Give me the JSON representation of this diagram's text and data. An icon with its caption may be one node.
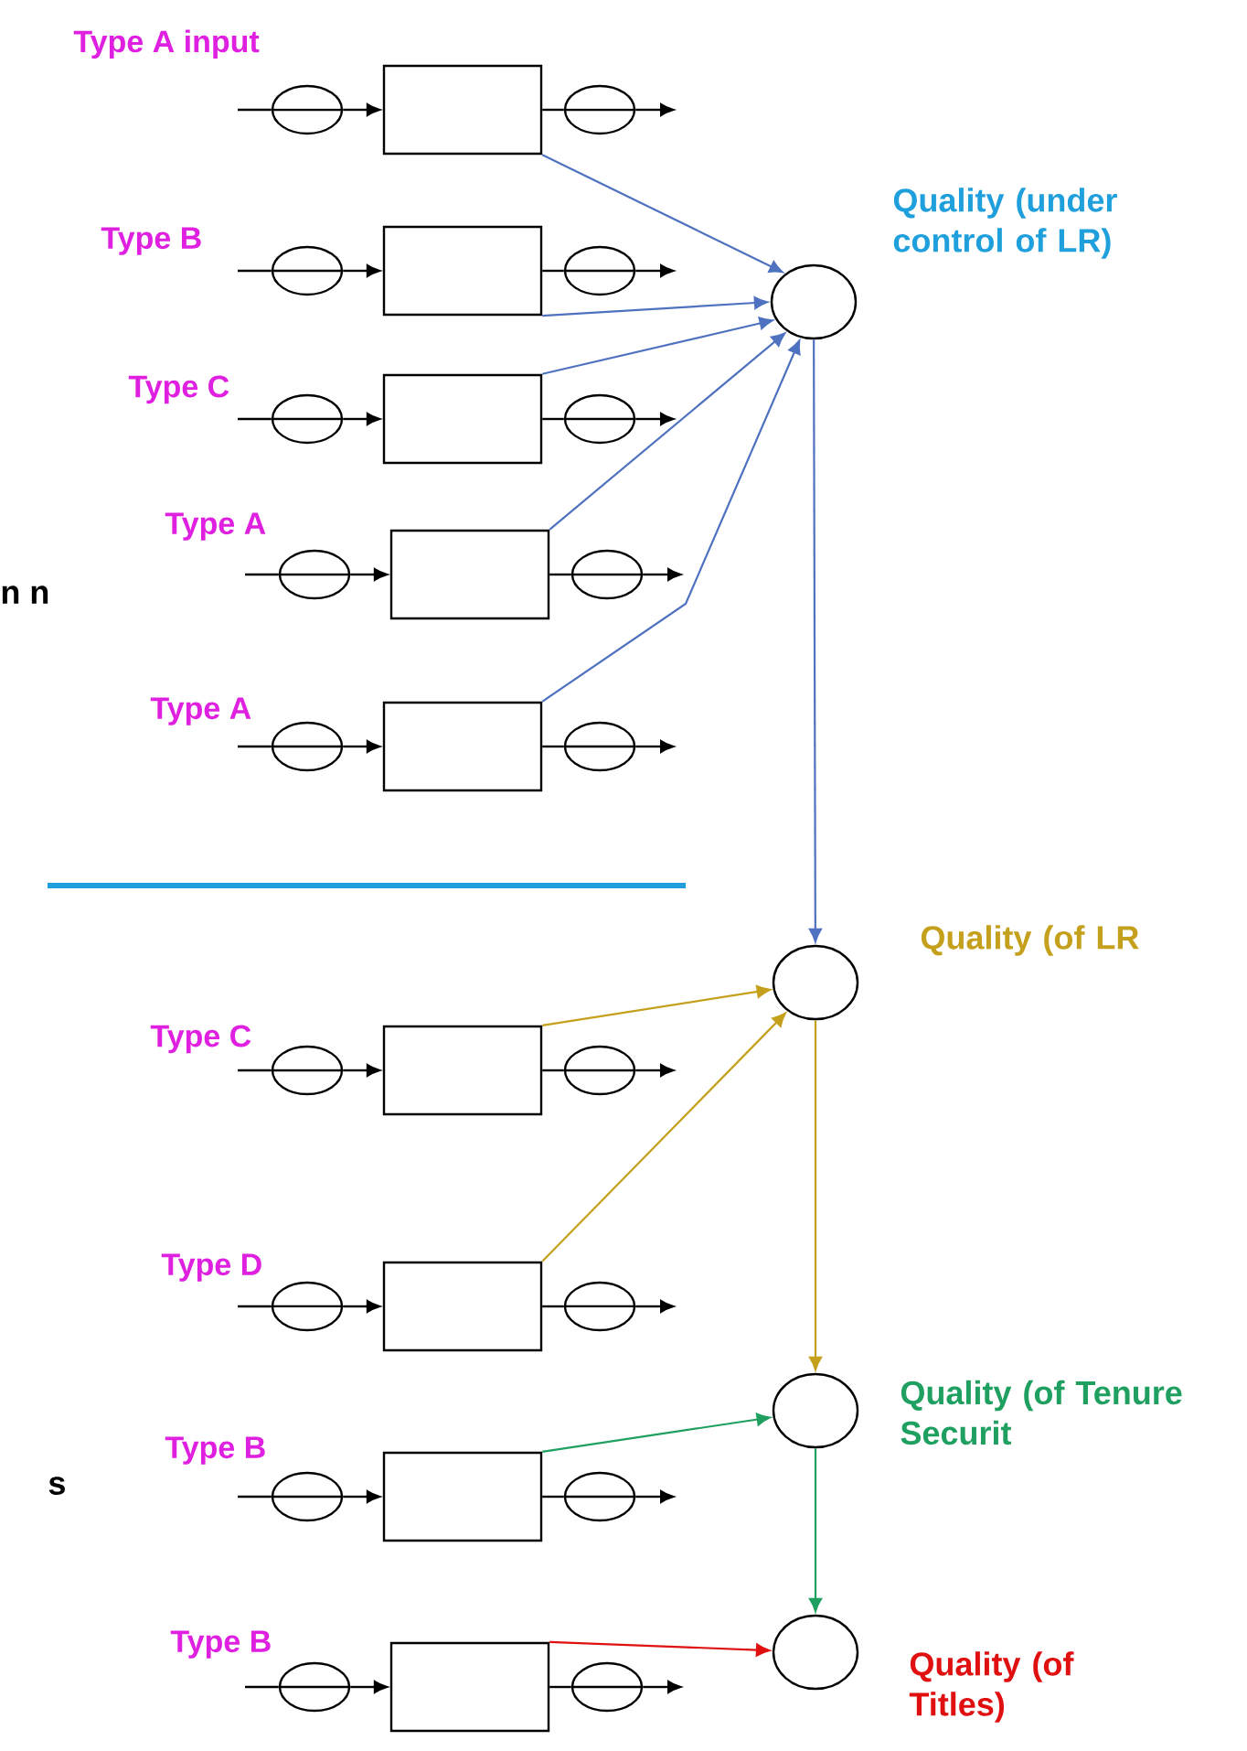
{
  "diagram": {
    "nodes": [
      {
        "text": [],
        "shape": "ellipse",
        "beside": [
          "Type A input"
        ]
      },
      {
        "text": [],
        "shape": "box"
      },
      {
        "text": [],
        "shape": "ellipse"
      },
      {
        "text": [],
        "shape": "ellipse",
        "beside": [
          "Type B"
        ]
      },
      {
        "text": [],
        "shape": "box"
      },
      {
        "text": [],
        "shape": "ellipse"
      },
      {
        "text": [],
        "shape": "ellipse",
        "beside": [
          "Type C"
        ]
      },
      {
        "text": [],
        "shape": "box"
      },
      {
        "text": [],
        "shape": "ellipse"
      },
      {
        "text": [],
        "shape": "ellipse",
        "beside": [
          "Type A"
        ]
      },
      {
        "text": [],
        "shape": "box"
      },
      {
        "text": [],
        "shape": "ellipse"
      },
      {
        "text": [],
        "shape": "ellipse",
        "beside": [
          "Type A"
        ]
      },
      {
        "text": [],
        "shape": "box"
      },
      {
        "text": [],
        "shape": "ellipse"
      },
      {
        "text": [],
        "shape": "ellipse",
        "beside": [
          "Type C"
        ]
      },
      {
        "text": [],
        "shape": "box"
      },
      {
        "text": [],
        "shape": "ellipse"
      },
      {
        "text": [],
        "shape": "ellipse",
        "beside": [
          "Type D"
        ]
      },
      {
        "text": [],
        "shape": "box"
      },
      {
        "text": [],
        "shape": "ellipse"
      },
      {
        "text": [],
        "shape": "ellipse",
        "beside": [
          "Type B"
        ]
      },
      {
        "text": [],
        "shape": "box"
      },
      {
        "text": [],
        "shape": "ellipse"
      },
      {
        "text": [],
        "shape": "ellipse",
        "beside": [
          "Type B"
        ]
      },
      {
        "text": [],
        "shape": "box"
      },
      {
        "text": [],
        "shape": "ellipse"
      },
      {
        "text": [],
        "shape": "circle",
        "beside": [
          "Quality (under control of LR)"
        ]
      },
      {
        "text": [],
        "shape": "circle",
        "beside": [
          "Quality (of LR"
        ]
      },
      {
        "text": [],
        "shape": "circle",
        "beside": [
          "Quality (of Tenure Securit"
        ]
      },
      {
        "text": [],
        "shape": "circle",
        "beside": [
          "Quality (of Titles)"
        ]
      }
    ],
    "edges": [
      {
        "from": null,
        "to": 0,
        "arrow": "none"
      },
      {
        "from": 0,
        "to": 1,
        "arrow": "to"
      },
      {
        "from": 1,
        "to": 2,
        "arrow": "none"
      },
      {
        "from": 2,
        "to": null,
        "arrow": "to"
      },
      {
        "from": null,
        "to": 3,
        "arrow": "none"
      },
      {
        "from": 3,
        "to": 4,
        "arrow": "to"
      },
      {
        "from": 4,
        "to": 5,
        "arrow": "none"
      },
      {
        "from": 5,
        "to": null,
        "arrow": "to"
      },
      {
        "from": null,
        "to": 6,
        "arrow": "none"
      },
      {
        "from": 6,
        "to": 7,
        "arrow": "to"
      },
      {
        "from": 7,
        "to": 8,
        "arrow": "none"
      },
      {
        "from": 8,
        "to": null,
        "arrow": "to"
      },
      {
        "from": null,
        "to": 9,
        "arrow": "none"
      },
      {
        "from": 9,
        "to": 10,
        "arrow": "to"
      },
      {
        "from": 10,
        "to": 11,
        "arrow": "none"
      },
      {
        "from": 11,
        "to": null,
        "arrow": "to"
      },
      {
        "from": null,
        "to": 12,
        "arrow": "none"
      },
      {
        "from": 12,
        "to": 13,
        "arrow": "to"
      },
      {
        "from": 13,
        "to": 14,
        "arrow": "none"
      },
      {
        "from": 14,
        "to": null,
        "arrow": "to"
      },
      {
        "from": null,
        "to": 15,
        "arrow": "none"
      },
      {
        "from": 15,
        "to": 16,
        "arrow": "to"
      },
      {
        "from": 16,
        "to": 17,
        "arrow": "none"
      },
      {
        "from": 17,
        "to": null,
        "arrow": "to"
      },
      {
        "from": null,
        "to": 18,
        "arrow": "none"
      },
      {
        "from": 18,
        "to": 19,
        "arrow": "to"
      },
      {
        "from": 19,
        "to": 20,
        "arrow": "none"
      },
      {
        "from": 20,
        "to": null,
        "arrow": "to"
      },
      {
        "from": null,
        "to": 21,
        "arrow": "none"
      },
      {
        "from": 21,
        "to": 22,
        "arrow": "to"
      },
      {
        "from": 22,
        "to": 23,
        "arrow": "none"
      },
      {
        "from": 23,
        "to": null,
        "arrow": "to"
      },
      {
        "from": null,
        "to": 24,
        "arrow": "none"
      },
      {
        "from": 24,
        "to": 25,
        "arrow": "to"
      },
      {
        "from": 25,
        "to": 26,
        "arrow": "none"
      },
      {
        "from": 26,
        "to": null,
        "arrow": "to"
      },
      {
        "from": 1,
        "to": 27,
        "arrow": "to",
        "color": "#4f72c0"
      },
      {
        "from": 4,
        "to": 27,
        "arrow": "to",
        "color": "#4f72c0"
      },
      {
        "from": 7,
        "to": 27,
        "arrow": "to",
        "color": "#4f72c0"
      },
      {
        "from": 10,
        "to": 27,
        "arrow": "to",
        "color": "#4f72c0"
      },
      {
        "from": 13,
        "to": 27,
        "arrow": "to",
        "color": "#4f72c0"
      },
      {
        "from": 27,
        "to": 28,
        "arrow": "to",
        "color": "#4f72c0"
      },
      {
        "from": 16,
        "to": 28,
        "arrow": "to",
        "color": "#c4a01c"
      },
      {
        "from": 19,
        "to": 28,
        "arrow": "to",
        "color": "#c4a01c"
      },
      {
        "from": 28,
        "to": 29,
        "arrow": "to",
        "color": "#c4a01c"
      },
      {
        "from": 22,
        "to": 29,
        "arrow": "to",
        "color": "#1fa060"
      },
      {
        "from": 29,
        "to": 30,
        "arrow": "to",
        "color": "#1fa060"
      },
      {
        "from": 25,
        "to": 30,
        "arrow": "to",
        "color": "#e01010"
      }
    ],
    "labels": [
      "n n",
      "s"
    ]
  }
}
